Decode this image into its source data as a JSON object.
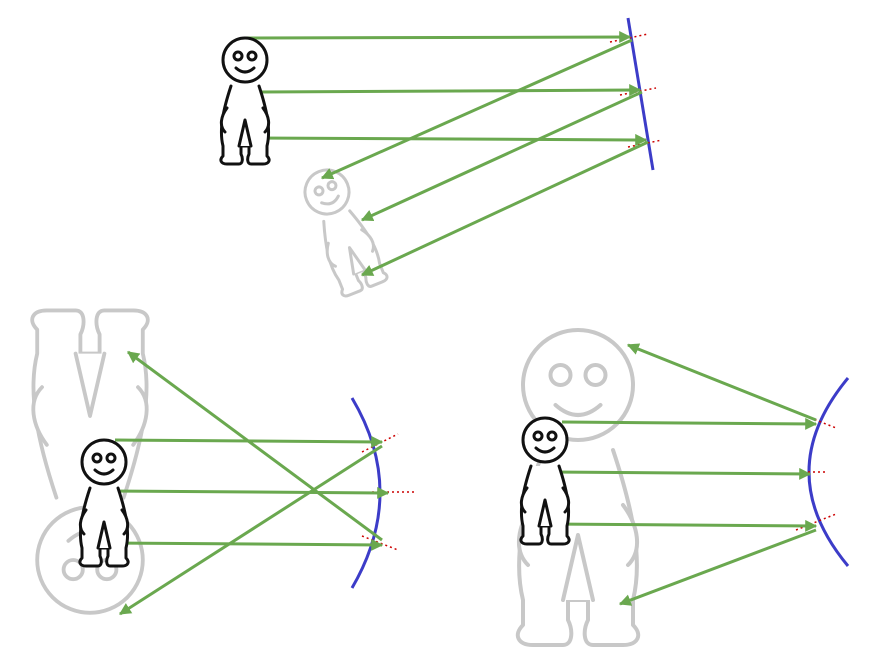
{
  "colors": {
    "ray": "#6aa84f",
    "mirror": "#3c3cc8",
    "normal": "#cc0000",
    "object": "#111111",
    "image": "#c8c8c8"
  },
  "scenes": [
    {
      "name": "plane-mirror",
      "mirror_type": "flat"
    },
    {
      "name": "concave-mirror",
      "mirror_type": "concave"
    },
    {
      "name": "convex-mirror",
      "mirror_type": "convex"
    }
  ]
}
